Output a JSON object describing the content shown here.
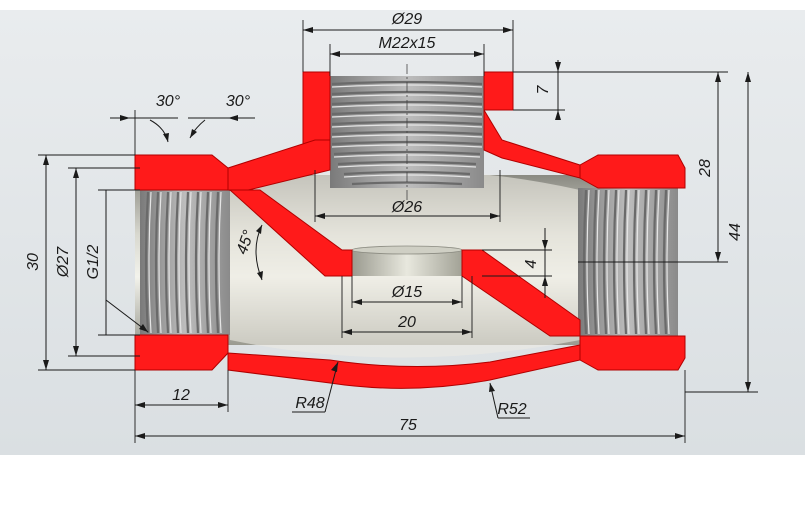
{
  "dimensions": {
    "d_top_outer": "Ø29",
    "thread_top": "M22x15",
    "d_inner_top": "Ø26",
    "d_seat": "Ø15",
    "seat_length": "20",
    "wall_top": "7",
    "height_28": "28",
    "height_44": "44",
    "gap_4": "4",
    "angle_left": "30°",
    "angle_right": "30°",
    "angle_45": "45°",
    "h_30": "30",
    "d_27": "Ø27",
    "thread_g": "G1/2",
    "len_12": "12",
    "total_75": "75",
    "r48": "R48",
    "r52": "R52"
  }
}
